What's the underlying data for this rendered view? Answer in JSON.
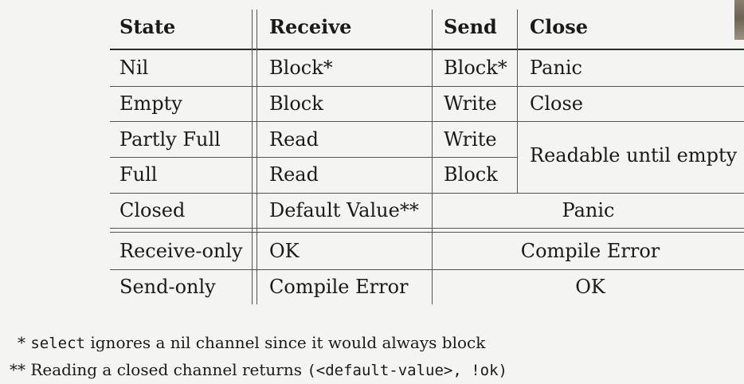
{
  "table": {
    "headers": [
      "State",
      "Receive",
      "Send",
      "Close"
    ],
    "rows": [
      {
        "state": "Nil",
        "receive": "Block*",
        "send": "Block*",
        "close": "Panic"
      },
      {
        "state": "Empty",
        "receive": "Block",
        "send": "Write",
        "close": "Close"
      },
      {
        "state": "Partly Full",
        "receive": "Read",
        "send": "Write"
      },
      {
        "state": "Full",
        "receive": "Read",
        "send": "Block"
      },
      {
        "state": "Closed",
        "receive": "Default Value**",
        "send_close": "Panic"
      },
      {
        "state": "Receive-only",
        "receive": "OK",
        "send_close": "Compile Error"
      },
      {
        "state": "Send-only",
        "receive": "Compile Error",
        "send_close": "OK"
      }
    ],
    "merged_close_partly_full": "Readable until empty"
  },
  "footnotes": {
    "note1": {
      "marker": "* ",
      "code": "select",
      "text": " ignores a nil channel since it would always block"
    },
    "note2": {
      "marker": "** ",
      "text": "Reading a closed channel returns ",
      "code": "(<default-value>, !ok)"
    }
  }
}
